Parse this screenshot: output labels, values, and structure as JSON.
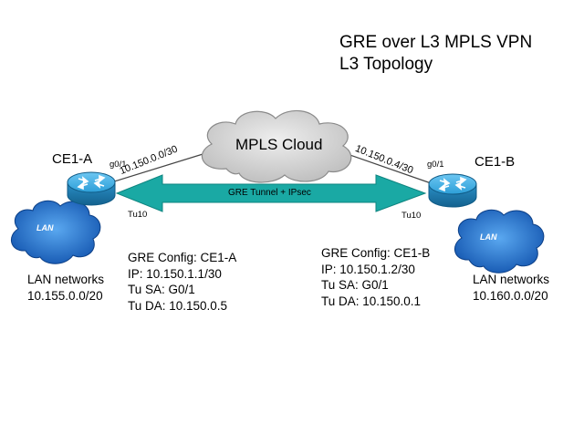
{
  "title": {
    "line1": "GRE over L3 MPLS VPN",
    "line2": "L3 Topology"
  },
  "cloud": {
    "label": "MPLS Cloud"
  },
  "tunnel": {
    "label": "GRE Tunnel + IPsec"
  },
  "site_a": {
    "device": "CE1-A",
    "wan_interface": "g0/1",
    "wan_subnet": "10.150.0.0/30",
    "tunnel_interface": "Tu10",
    "lan_cloud_label": "LAN",
    "lan_title": "LAN networks",
    "lan_subnet": "10.155.0.0/20",
    "config": {
      "heading": "GRE Config: CE1-A",
      "ip": "IP: 10.150.1.1/30",
      "sa": "Tu SA: G0/1",
      "da": "Tu DA: 10.150.0.5"
    }
  },
  "site_b": {
    "device": "CE1-B",
    "wan_interface": "g0/1",
    "wan_subnet": "10.150.0.4/30",
    "tunnel_interface": "Tu10",
    "lan_cloud_label": "LAN",
    "lan_title": "LAN networks",
    "lan_subnet": "10.160.0.0/20",
    "config": {
      "heading": "GRE Config: CE1-B",
      "ip": "IP: 10.150.1.2/30",
      "sa": "Tu SA: G0/1",
      "da": "Tu DA: 10.150.0.1"
    }
  },
  "colors": {
    "tunnel_arrow": "#1aa9a4",
    "router_body": "#2a9fd6",
    "lan_cloud": "#1e73c8",
    "mpls_cloud": "#cccccc"
  },
  "icons": {
    "router": "router-icon",
    "lan": "lan-cloud-icon",
    "mpls": "mpls-cloud-icon"
  }
}
